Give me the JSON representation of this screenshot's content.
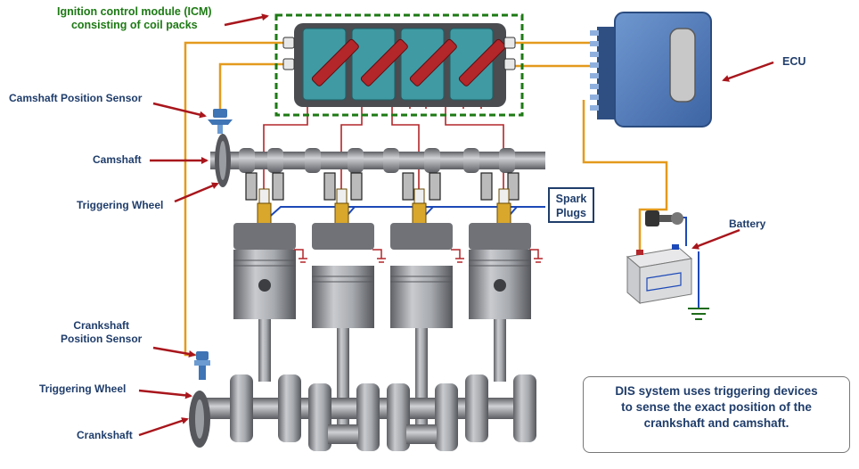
{
  "labels": {
    "icm_line1": "Ignition control module (ICM)",
    "icm_line2": "consisting of coil packs",
    "ecu": "ECU",
    "camshaft_sensor": "Camshaft Position Sensor",
    "camshaft": "Camshaft",
    "cam_trigger_wheel": "Triggering Wheel",
    "spark_line1": "Spark",
    "spark_line2": "Plugs",
    "battery": "Battery",
    "crank_sensor_line1": "Crankshaft",
    "crank_sensor_line2": "Position Sensor",
    "crank_trigger_wheel": "Triggering Wheel",
    "crankshaft": "Crankshaft"
  },
  "note": {
    "line1": "DIS system uses triggering devices",
    "line2": "to sense the exact position of the",
    "line3": "crankshaft and camshaft."
  },
  "colors": {
    "label_text": "#1f3d6b",
    "icm_label": "#1d7a14",
    "orange_wire": "#e39a1d",
    "red_wire": "#b3262a",
    "blue_wire": "#1d49b8",
    "arrow": "#a8161c",
    "coil_teal": "#3f9aa3",
    "ecu_blue": "#4d79b8",
    "metal": "#8c8f94"
  },
  "icons": [
    "coil-pack-icon",
    "ecu-icon",
    "sensor-icon",
    "spark-plug-icon",
    "battery-icon",
    "ground-icon",
    "ignition-key-icon"
  ]
}
